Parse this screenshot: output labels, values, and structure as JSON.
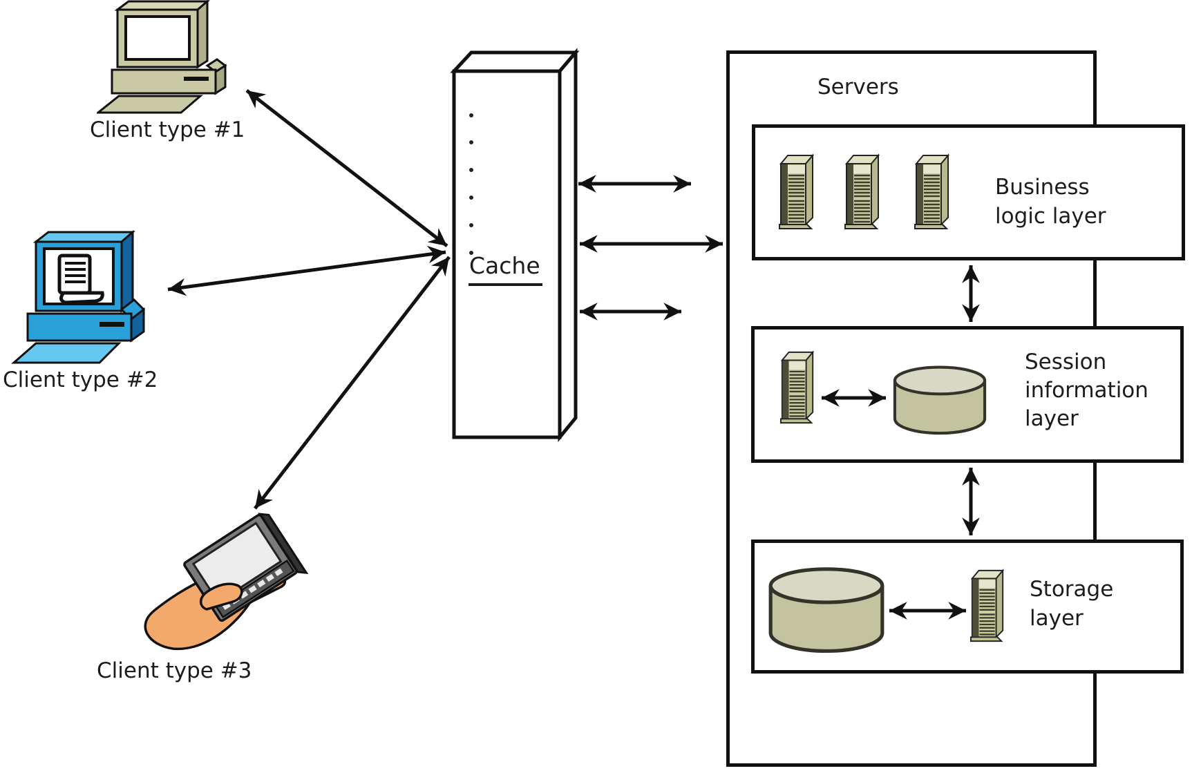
{
  "clients": [
    {
      "label": "Client type #1",
      "icon": "desktop-computer-icon"
    },
    {
      "label": "Client type #2",
      "icon": "document-terminal-icon"
    },
    {
      "label": "Client type #3",
      "icon": "handheld-device-icon"
    }
  ],
  "cache": {
    "label": "Cache"
  },
  "servers": {
    "title": "Servers",
    "layers": [
      {
        "label": "Business\nlogic layer",
        "icons": [
          "server-tower-icon",
          "server-tower-icon",
          "server-tower-icon"
        ]
      },
      {
        "label": "Session\ninformation\nlayer",
        "icons": [
          "server-tower-icon",
          "database-cylinder-icon"
        ]
      },
      {
        "label": "Storage\nlayer",
        "icons": [
          "database-cylinder-icon",
          "server-tower-icon"
        ]
      }
    ]
  },
  "connections": [
    "client-1 <-> cache",
    "client-2 <-> cache",
    "client-3 <-> cache",
    "cache <-> servers (top)",
    "cache <-> servers (middle)",
    "cache <-> servers (bottom)",
    "business logic layer <-> session information layer",
    "session information layer <-> storage layer",
    "session server <-> session database",
    "storage database <-> storage server"
  ],
  "colors": {
    "line": "#111111",
    "tower_body": "#cdcd9f",
    "tower_side": "#4e4e38",
    "tower_top": "#e2e2c6",
    "cylinder_body": "#c3c3a0",
    "cylinder_top": "#d8d8c4",
    "client1_beige": "#c9c9a6",
    "client2_blue": "#2b9fd8",
    "hand_orange": "#f2a96b"
  }
}
